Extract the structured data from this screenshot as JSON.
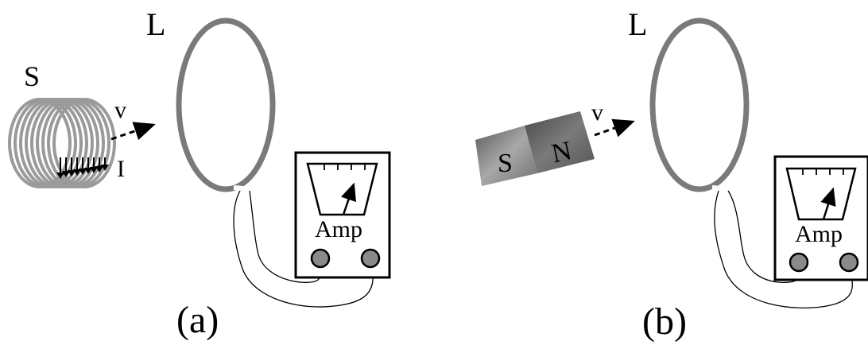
{
  "panels": [
    {
      "id": "a",
      "caption": "(a)",
      "loop_label": "L",
      "source_label": "S",
      "velocity_label": "v",
      "current_label": "I",
      "meter_label": "Amp"
    },
    {
      "id": "b",
      "caption": "(b)",
      "loop_label": "L",
      "velocity_label": "v",
      "magnet_south_label": "S",
      "magnet_north_label": "N",
      "meter_label": "Amp"
    }
  ],
  "colors": {
    "loop": "#7a7a7a",
    "coil": "#9a9a9a",
    "ink": "#000000",
    "terminal": "#8a8a8a"
  }
}
